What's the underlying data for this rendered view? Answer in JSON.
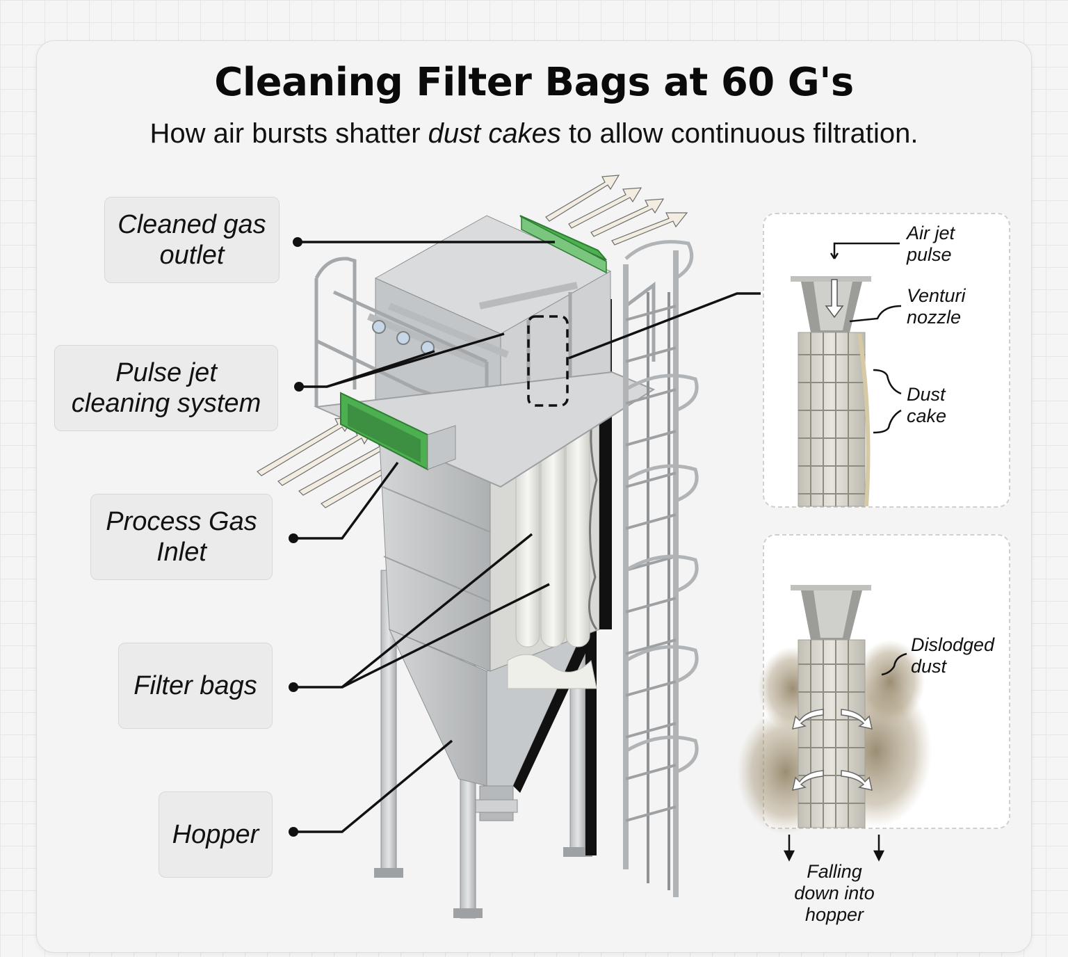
{
  "title": "Cleaning Filter Bags at 60 G's",
  "subtitle": {
    "before": "How air bursts shatter ",
    "emphasis": "dust cakes",
    "after": " to allow continuous filtration."
  },
  "labels": {
    "cleaned_gas_outlet": "Cleaned gas\noutlet",
    "pulse_jet": "Pulse jet\ncleaning system",
    "process_gas_inlet": "Process Gas\nInlet",
    "filter_bags": "Filter bags",
    "hopper": "Hopper"
  },
  "inset_callouts": {
    "air_jet_pulse": "Air jet\npulse",
    "venturi_nozzle": "Venturi\nnozzle",
    "dust_cake": "Dust\ncake",
    "dislodged_dust": "Dislodged\ndust",
    "falling": "Falling\ndown into\nhopper"
  },
  "colors": {
    "flange_green": "#4caf50",
    "steel": "#c9ccce",
    "leader_line": "#111111",
    "dust": "#8a7a5c"
  }
}
